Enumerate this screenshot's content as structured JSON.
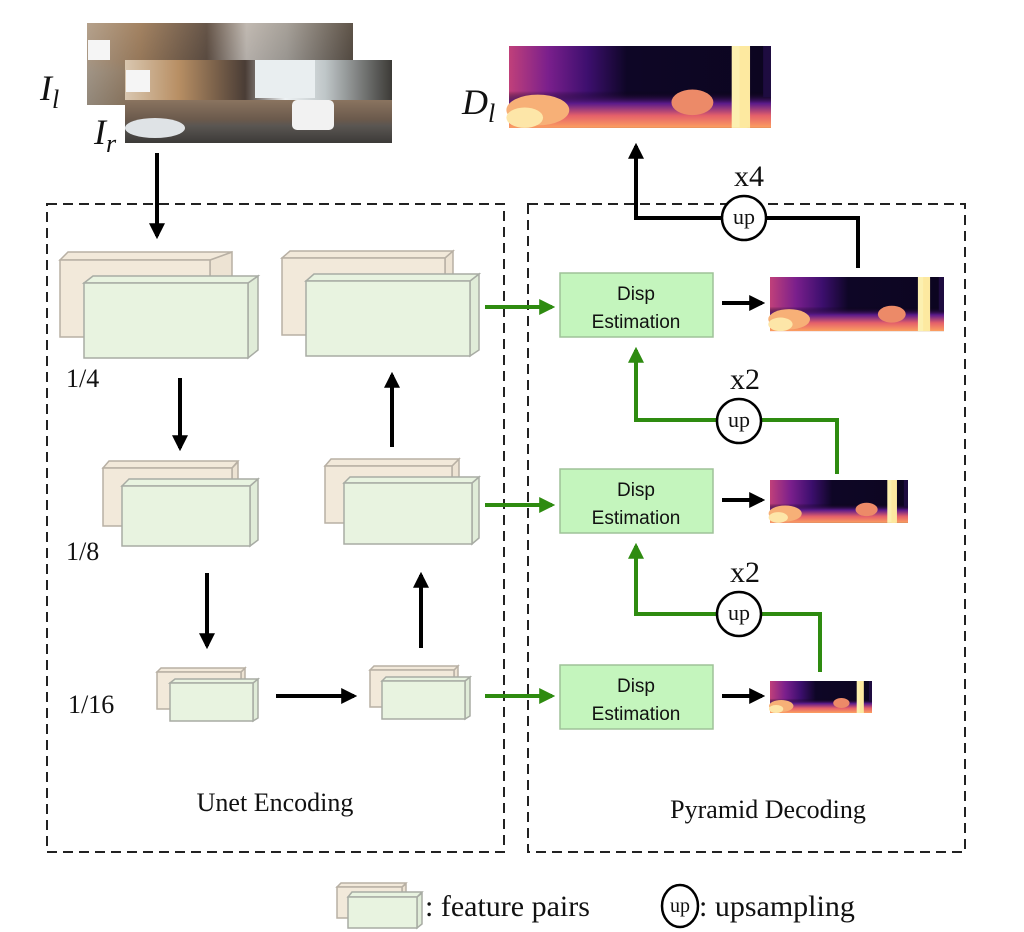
{
  "diagram": {
    "input": {
      "left_label": "I",
      "left_sub": "l",
      "right_label": "I",
      "right_sub": "r",
      "image": "stereo street scene photo pair"
    },
    "output": {
      "label": "D",
      "sub": "l",
      "image": "disparity map (magma colormap)"
    },
    "encoder": {
      "title": "Unet Encoding",
      "scales": [
        "1/4",
        "1/8",
        "1/16"
      ]
    },
    "decoder": {
      "title": "Pyramid Decoding",
      "blocks": [
        {
          "line1": "Disp",
          "line2": "Estimation"
        },
        {
          "line1": "Disp",
          "line2": "Estimation"
        },
        {
          "line1": "Disp",
          "line2": "Estimation"
        }
      ],
      "upsample_factors": [
        "x4",
        "x2",
        "x2"
      ],
      "up_label": "up"
    },
    "legend": {
      "feature_pairs": ": feature pairs",
      "up_symbol": "up",
      "upsampling": ": upsampling"
    },
    "colors": {
      "green_arrow": "#2e8b10",
      "disp_box": "#c4f5bd",
      "feature_front": "#e8f3e0",
      "feature_back": "#f2e9da"
    }
  }
}
